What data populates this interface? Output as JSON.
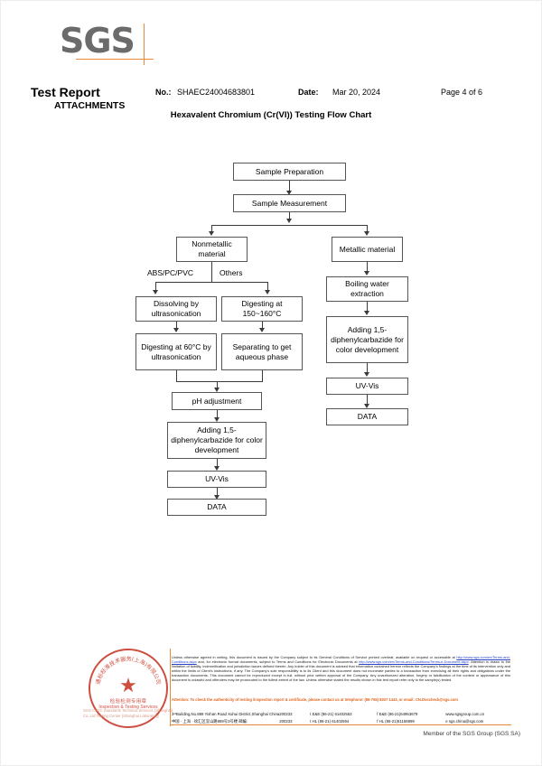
{
  "document": {
    "brand": "SGS",
    "report_title": "Test Report",
    "attachments_label": "ATTACHMENTS",
    "no_label": "No.:",
    "no_value": "SHAEC24004683801",
    "date_label": "Date:",
    "date_value": "Mar 20, 2024",
    "page_info": "Page 4 of 6",
    "chart_title": "Hexavalent Chromium (Cr(VI)) Testing Flow Chart"
  },
  "colors": {
    "brand_gray": "#6b6b6b",
    "accent_orange": "#e8883a",
    "stamp_red": "#c6301f",
    "attention_orange": "#e2621a",
    "link_blue": "#2a44c8"
  },
  "flow_chart": {
    "nodes": {
      "sample_preparation": "Sample Preparation",
      "sample_measurement": "Sample Measurement",
      "nonmetallic_material": "Nonmetallic material",
      "metallic_material": "Metallic material",
      "dissolving_ultrasonication": "Dissolving by ultrasonication",
      "digesting_150_160": "Digesting at 150~160°C",
      "digesting_60_ultrasonication": "Digesting at 60°C by ultrasonication",
      "separating_aqueous": "Separating to get aqueous phase",
      "ph_adjustment": "pH adjustment",
      "adding_dpc_left": "Adding 1,5-diphenylcarbazide for color development",
      "uvvis_left": "UV-Vis",
      "data_left": "DATA",
      "boiling_water_extraction": "Boiling water extraction",
      "adding_dpc_right": "Adding 1,5-diphenylcarbazide for color development",
      "uvvis_right": "UV-Vis",
      "data_right": "DATA"
    },
    "edge_labels": {
      "abs_pc_pvc": "ABS/PC/PVC",
      "others": "Others"
    }
  },
  "footer": {
    "disclaimer_part1": "Unless otherwise agreed in writing, this document is issued by the Company subject to its General Conditions of Service printed overleaf, available on request or accessible at ",
    "link1": "http://www.sgs.com/en/Terms-and-Conditions.aspx",
    "disclaimer_part2": " and, for electronic format documents, subject to Terms and Conditions for Electronic Documents at ",
    "link2": "http://www.sgs.com/en/Terms-and-Conditions/Terms-e-Document.aspx",
    "disclaimer_part3": ". Attention is drawn to the limitation of liability, indemnification and jurisdiction issues defined therein. Any holder of this document is advised that information contained hereon reflects the Company's findings at the time of its intervention only and within the limits of Client's instructions, if any. The Company's sole responsibility is to its Client and this document does not exonerate parties to a transaction from exercising all their rights and obligations under the transaction documents. This document cannot be reproduced except in full, without prior written approval of the Company. Any unauthorized alteration, forgery or falsification of the content or appearance of this document is unlawful and offenders may be prosecuted to the fullest extent of the law. Unless otherwise stated the results shown in this test report refer only to the sample(s) tested.",
    "attention": "Attention: To check the authenticity of testing /inspection report & certificate, please contact us at telephone: (86-755) 8307 1443, or email: CN.Doccheck@sgs.com",
    "address_en": "3ʳᵈBuilding,No.889 Yishan Road Xuhui District,Shanghai China",
    "address_cn": "中国 · 上海 · 徐汇区宜山路889号3号楼",
    "postcode_label_en": "200233",
    "postcode_label_cn": "邮编:",
    "postcode_cn_value": "200233",
    "tel_en": "t E&E (86-21) 61402553",
    "fax_en": "f E&E (86-21)64953679",
    "web": "www.sgsgroup.com.cn",
    "tel_hl": "t HL (86-21) 61402594",
    "fax_hl": "f HL (86-21)61156899",
    "email": "e sgs.china@sgs.com",
    "member_line": "Member of the SGS Group (SGS SA)",
    "stamp_cn": "检验检测专用章",
    "stamp_en": "Inspection & Testing Services",
    "stamp_arc_cn": "通标标准技术服务(上海)有限公司",
    "stamp_under": "SGS-CSTC Standards Technical Services (Shanghai) Co.,Ltd  Testing Center (Shanghai Laboratory)"
  }
}
